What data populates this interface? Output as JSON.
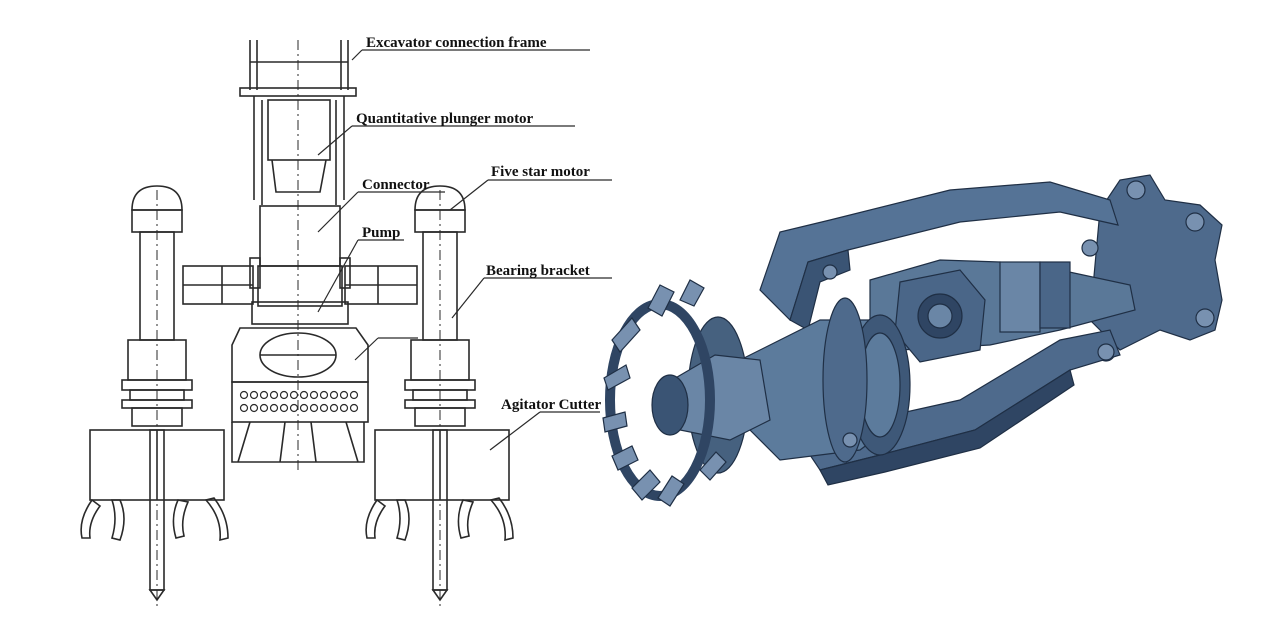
{
  "labels": {
    "excavator_frame": "Excavator connection frame",
    "plunger_motor": "Quantitative plunger motor",
    "connector": "Connector",
    "five_star_motor": "Five star motor",
    "pump": "Pump",
    "bearing_bracket": "Bearing bracket",
    "agitator_cutter": "Agitator Cutter"
  },
  "colors": {
    "line": "#2a2a2a",
    "model_body": "#4e6a8c",
    "model_dark": "#2f4563",
    "model_light": "#7891b0",
    "model_edge": "#1f2f45"
  }
}
